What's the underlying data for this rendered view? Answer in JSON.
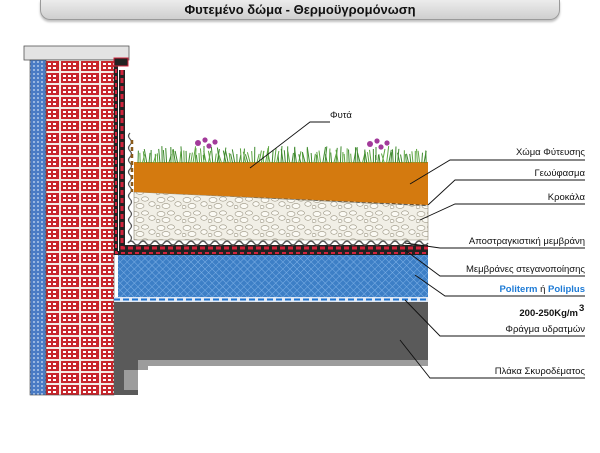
{
  "title": "Φυτεμένο δώμα - Θερμοϋγρομόνωση",
  "labels": {
    "plants": "Φυτά",
    "growing_soil": "Χώμα Φύτευσης",
    "geotextile": "Γεωύφασμα",
    "gravel": "Κροκάλα",
    "root_barrier": "Αποστραγκιστική μεμβράνη",
    "waterproofing": "Μεμβράνες στεγανοποίησης",
    "insulation_brand_1": "Politerm",
    "insulation_or": "ή",
    "insulation_brand_2": "Poliplus",
    "density": "200-250Kg/m",
    "density_sup": "3",
    "vapor_barrier": "Φράγμα υδρατμών",
    "concrete_slab": "Πλάκα Σκυροδέματος"
  },
  "colors": {
    "brick": "#c8262c",
    "soil": "#d47a0f",
    "insulation": "#3d7fc6",
    "concrete": "#5a5a5a",
    "grass": "#5da640",
    "flower": "#a23a9a",
    "brand_blue": "#1e7bd6"
  }
}
